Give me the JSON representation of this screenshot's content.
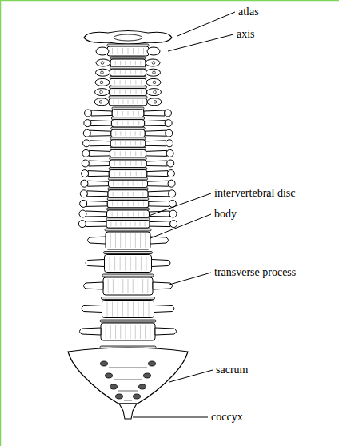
{
  "diagram": {
    "labels": [
      "atlas",
      "axis",
      "intervertebral disc",
      "body",
      "transverse process",
      "sacrum",
      "coccyx"
    ]
  }
}
